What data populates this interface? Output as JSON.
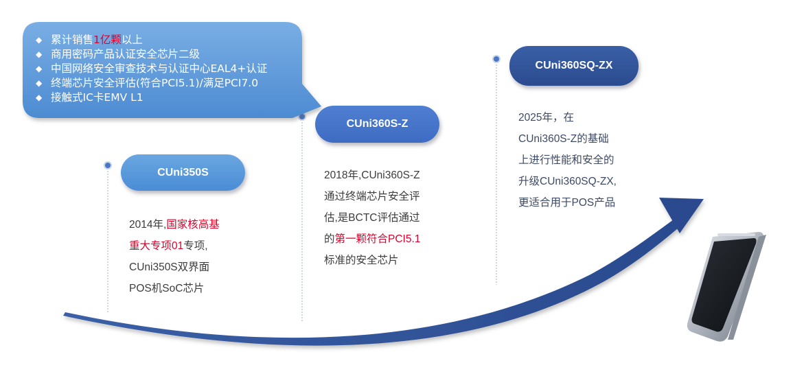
{
  "callout": {
    "lines": [
      {
        "pre": "累计销售",
        "hl": "1亿颗",
        "post": "以上"
      },
      {
        "pre": "商用密码产品认证安全芯片二级",
        "hl": "",
        "post": ""
      },
      {
        "pre": "中国网络安全审查技术与认证中心EAL4+认证",
        "hl": "",
        "post": ""
      },
      {
        "pre": "终端芯片安全评估(符合PCI5.1)/满足PCI7.0",
        "hl": "",
        "post": ""
      },
      {
        "pre": "接触式IC卡EMV L1",
        "hl": "",
        "post": ""
      }
    ]
  },
  "milestones": [
    {
      "name": "CUni350S",
      "desc": [
        {
          "pre": "2014年,",
          "hl": "国家核高基",
          "post": ""
        },
        {
          "pre": "",
          "hl": "重大专项01",
          "post": "专项,"
        },
        {
          "pre": "CUni350S双界面",
          "hl": "",
          "post": ""
        },
        {
          "pre": "POS机SoC芯片",
          "hl": "",
          "post": ""
        }
      ]
    },
    {
      "name": "CUni360S-Z",
      "desc": [
        {
          "pre": "2018年,CUni360S-Z",
          "hl": "",
          "post": ""
        },
        {
          "pre": "通过终端芯片安全评",
          "hl": "",
          "post": ""
        },
        {
          "pre": "估,是BCTC评估通过",
          "hl": "",
          "post": ""
        },
        {
          "pre": "的",
          "hl": "第一颗符合PCI5.1",
          "post": ""
        },
        {
          "pre": "标准的安全芯片",
          "hl": "",
          "post": ""
        }
      ]
    },
    {
      "name": "CUni360SQ-ZX",
      "desc": [
        {
          "pre": "2025年，在",
          "hl": "",
          "post": ""
        },
        {
          "pre": "CUni360S-Z的基础",
          "hl": "",
          "post": ""
        },
        {
          "pre": "上进行性能和安全的",
          "hl": "",
          "post": ""
        },
        {
          "pre": "升级CUni360SQ-ZX,",
          "hl": "",
          "post": ""
        },
        {
          "pre": "更适合用于POS产品",
          "hl": "",
          "post": ""
        }
      ]
    }
  ],
  "colors": {
    "highlight": "#e0002a",
    "arrow": "#2b4b8f",
    "bubble": "#5b97d6"
  },
  "icons": {
    "bullet": "diamond-bullet-icon",
    "device": "pos-terminal-icon",
    "arrow": "growth-arrow-icon"
  }
}
